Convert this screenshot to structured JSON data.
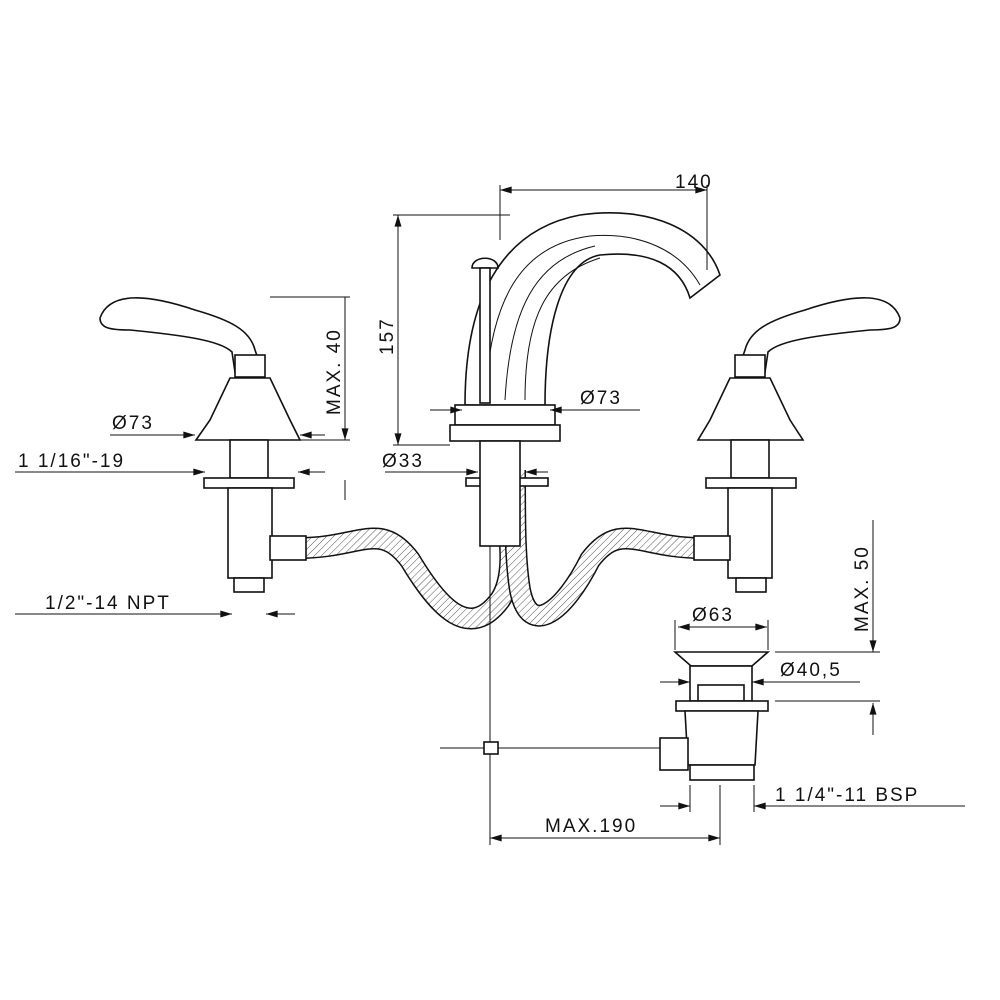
{
  "dimensions": {
    "spout_reach": "140",
    "spout_height": "157",
    "handle_max_height": "MAX. 40",
    "handle_base_diameter": "Ø73",
    "spout_base_diameter": "Ø73",
    "spout_shank_diameter": "Ø33",
    "handle_thread": "1 1/16\"-19",
    "inlet_thread": "1/2\"-14 NPT",
    "drain_max_height": "MAX. 50",
    "drain_flange_diameter": "Ø63",
    "drain_body_diameter": "Ø40,5",
    "drain_thread": "1 1/4\"-11 BSP",
    "pop_up_rod_max": "MAX.190"
  }
}
